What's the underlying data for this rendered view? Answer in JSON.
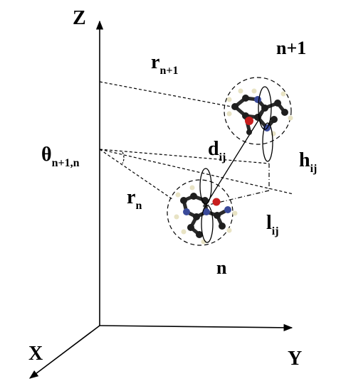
{
  "axes": {
    "z": "Z",
    "x": "X",
    "y": "Y"
  },
  "labels": {
    "r_next_base": "r",
    "r_next_sub": "n+1",
    "mol_next": "n+1",
    "theta_base": "θ",
    "theta_sub": "n+1,n",
    "d_base": "d",
    "d_sub": "ij",
    "h_base": "h",
    "h_sub": "ij",
    "r_n_base": "r",
    "r_n_sub": "n",
    "l_base": "l",
    "l_sub": "ij",
    "mol_n": "n"
  },
  "colors": {
    "carbon": "#1e1e1e",
    "hydrogen": "#e8e3c4",
    "nitrogen": "#3a4a9a",
    "oxygen": "#c81e1e",
    "line": "#000000"
  }
}
